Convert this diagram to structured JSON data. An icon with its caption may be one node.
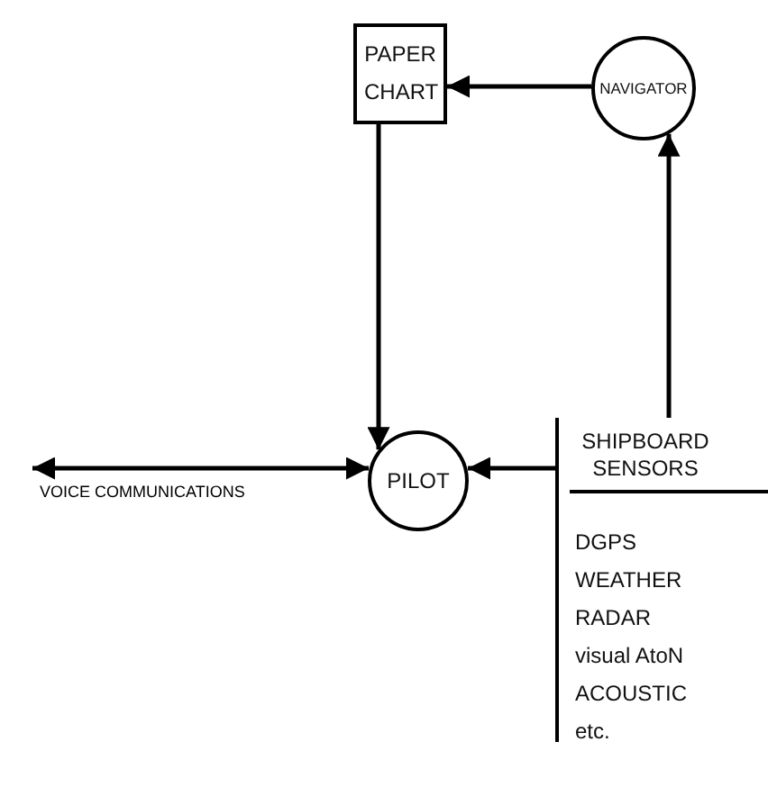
{
  "diagram": {
    "nodes": [
      {
        "text": [
          "PAPER CHART"
        ]
      },
      {
        "text": [
          "NAVIGATOR"
        ]
      },
      {
        "text": [
          "PILOT"
        ]
      },
      {
        "text": [
          "SHIPBOARD SENSORS",
          "DGPS",
          "WEATHER",
          "RADAR",
          "visual AtoN",
          "ACOUSTIC",
          "etc."
        ]
      }
    ],
    "edges": [
      {
        "from": 1,
        "to": 0,
        "arrow": "to"
      },
      {
        "from": 0,
        "to": 2,
        "arrow": "to"
      },
      {
        "from": 3,
        "to": 1,
        "arrow": "to"
      },
      {
        "from": 3,
        "to": 2,
        "arrow": "to"
      },
      {
        "from": null,
        "to": 2,
        "arrow": "both",
        "label": "VOICE COMMUNICATIONS"
      }
    ]
  }
}
